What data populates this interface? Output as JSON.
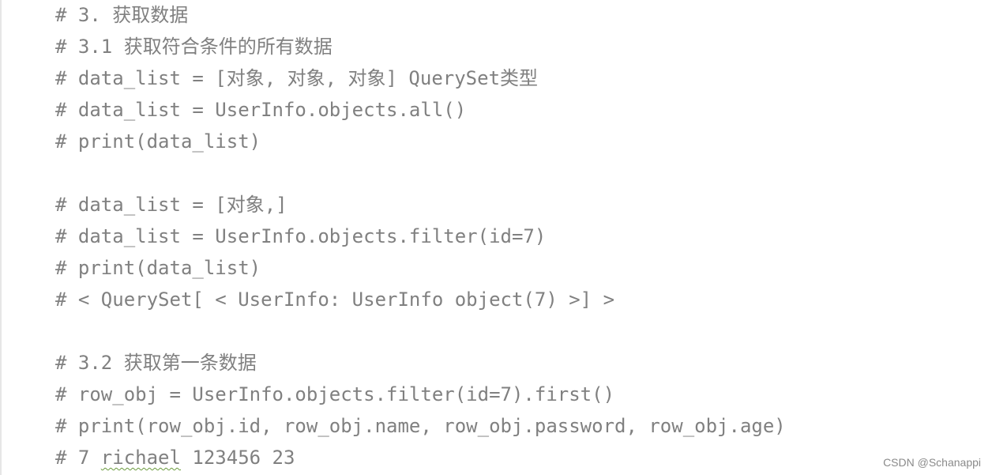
{
  "code": {
    "lines": [
      "# 3. 获取数据",
      "# 3.1 获取符合条件的所有数据",
      "# data_list = [对象, 对象, 对象] QuerySet类型",
      "# data_list = UserInfo.objects.all()",
      "# print(data_list)",
      "",
      "# data_list = [对象,]",
      "# data_list = UserInfo.objects.filter(id=7)",
      "# print(data_list)",
      "# < QuerySet[ < UserInfo: UserInfo object(7) >] >",
      "",
      "# 3.2 获取第一条数据",
      "# row_obj = UserInfo.objects.filter(id=7).first()",
      "# print(row_obj.id, row_obj.name, row_obj.password, row_obj.age)"
    ],
    "last_line": {
      "prefix": "# 7 ",
      "flagged_word": "richael",
      "suffix": " 123456 23"
    },
    "comment_color": "#808080"
  },
  "watermark": {
    "text": "CSDN @Schanappi"
  }
}
